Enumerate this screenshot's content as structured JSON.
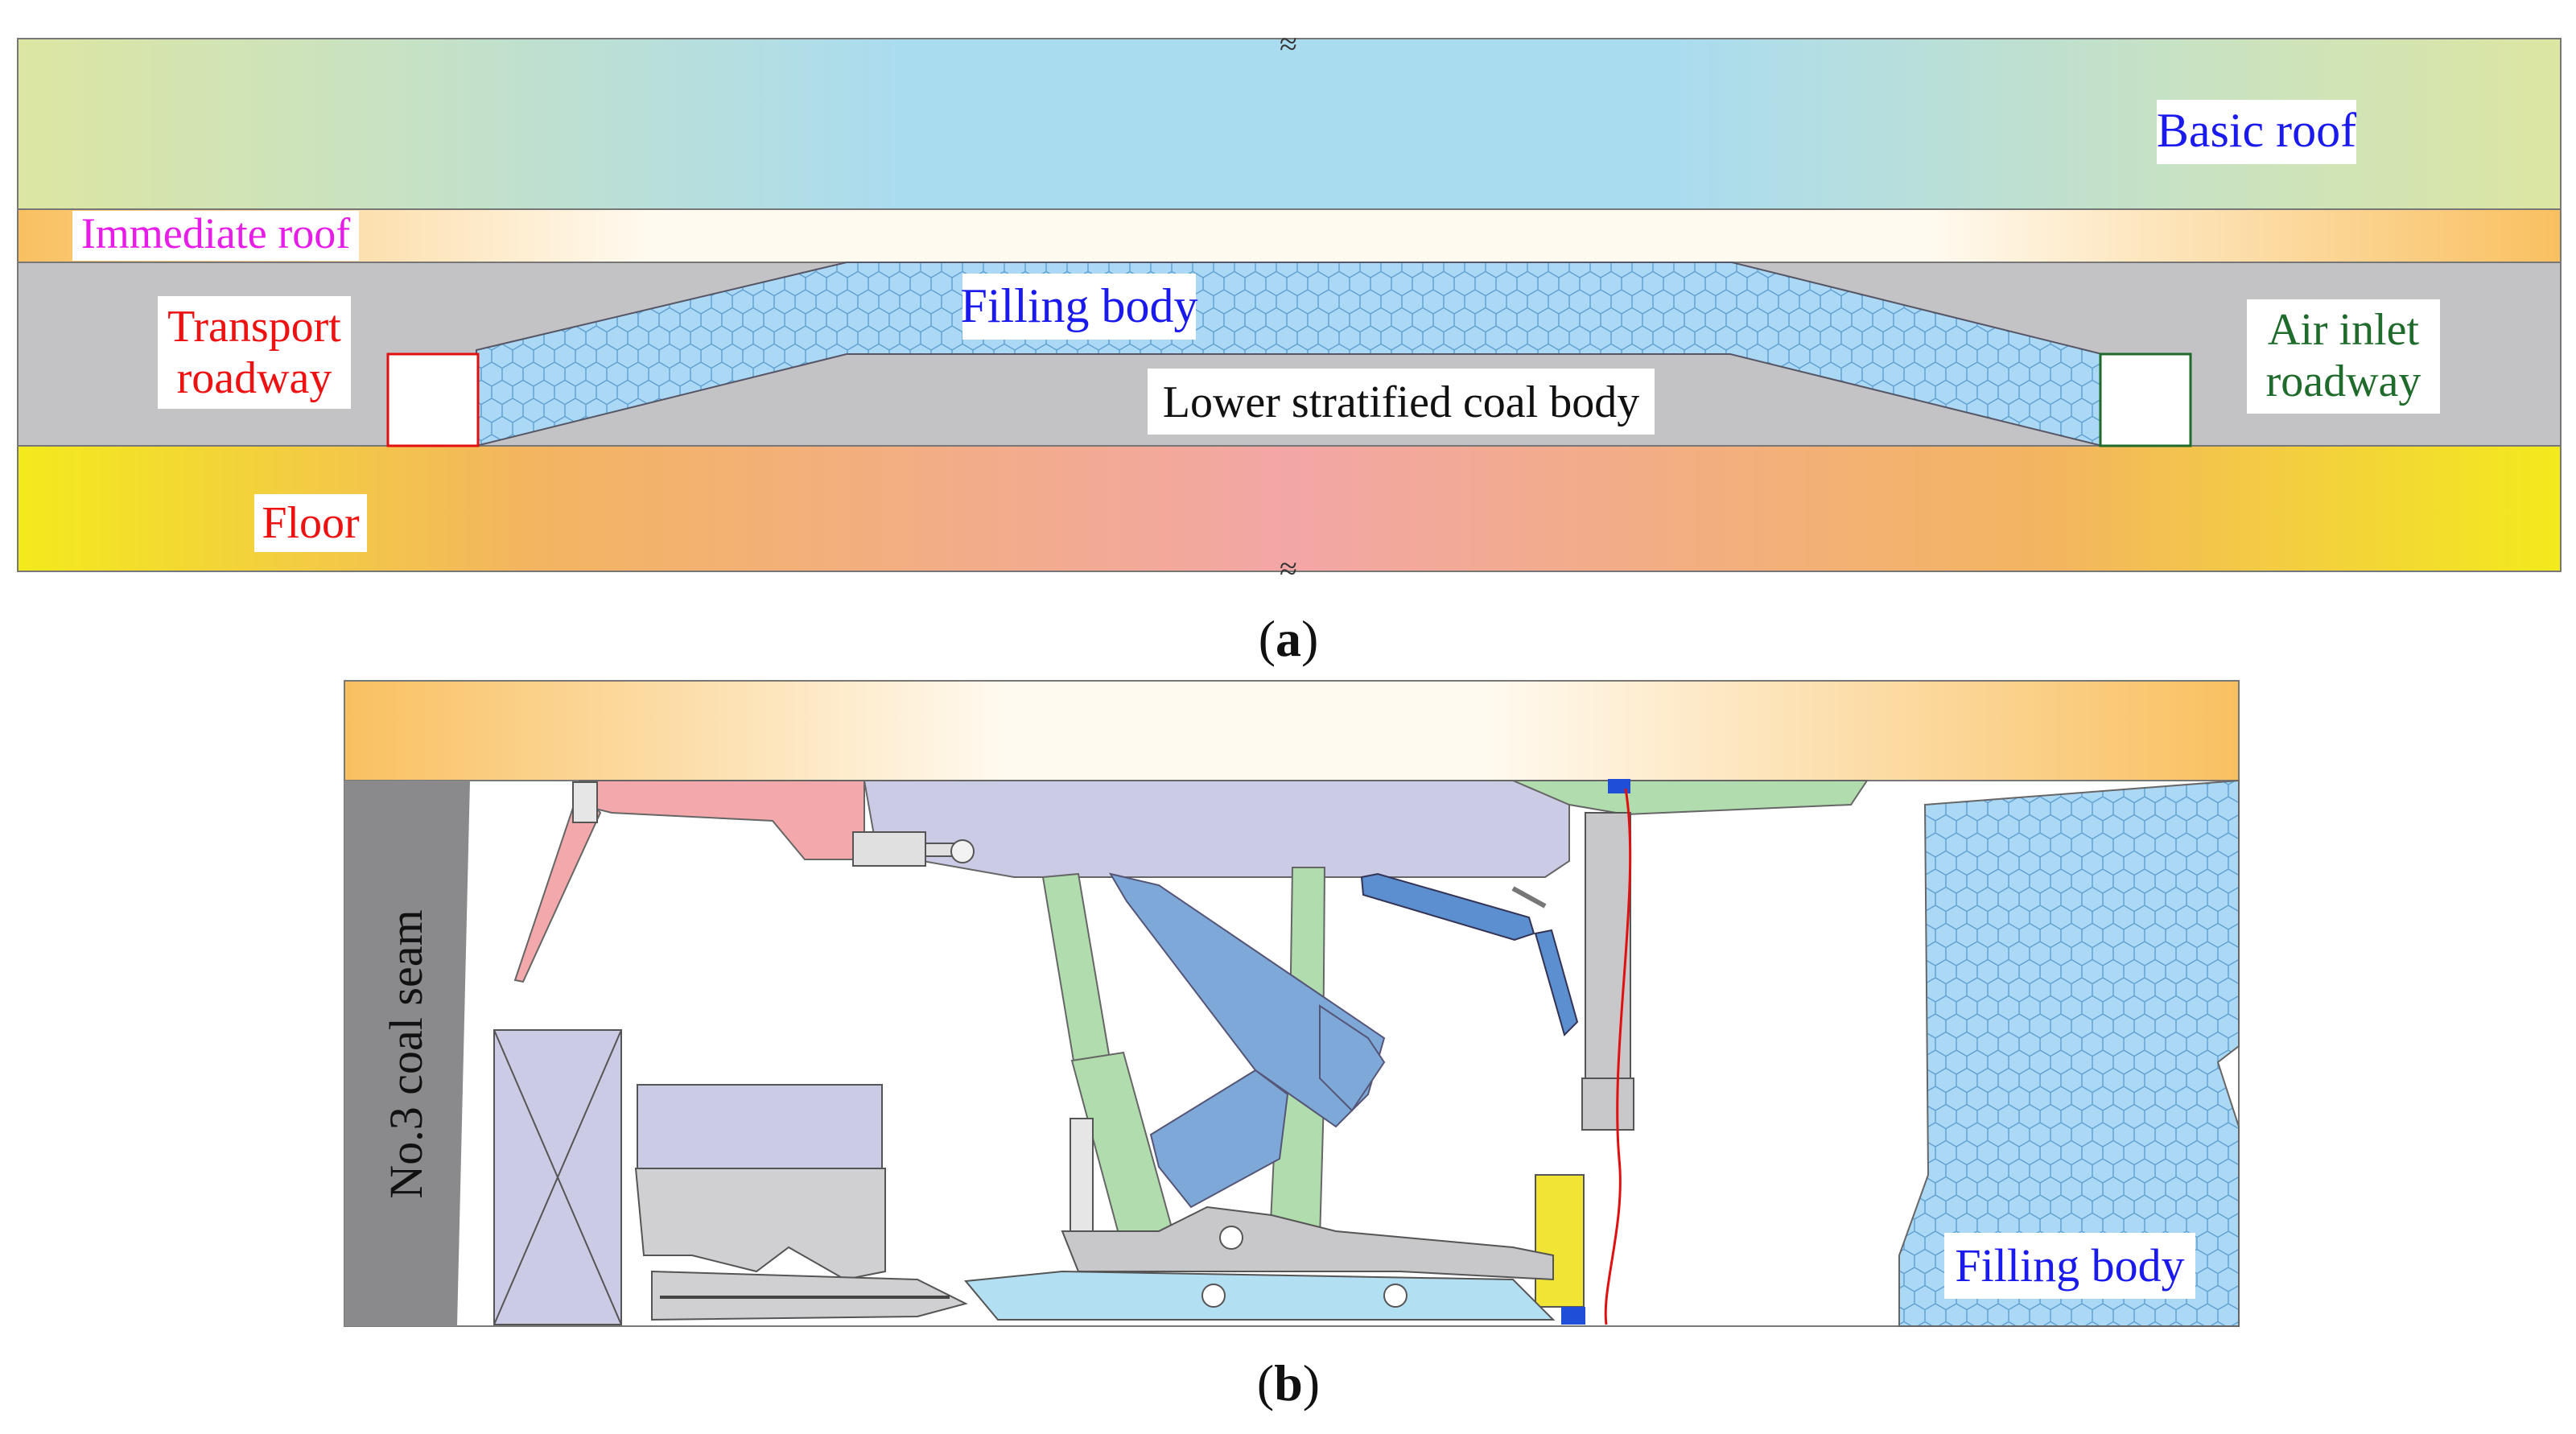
{
  "panel_a": {
    "caption_letter": "a",
    "labels": {
      "basic_roof": "Basic roof",
      "immediate_roof": "Immediate roof",
      "filling_body": "Filling body",
      "transport_roadway_line1": "Transport",
      "transport_roadway_line2": "roadway",
      "air_inlet_line1": "Air inlet",
      "air_inlet_line2": "roadway",
      "lower_coal": "Lower stratified coal body",
      "floor": "Floor"
    },
    "break_mark": "≈"
  },
  "panel_b": {
    "caption_letter": "b",
    "labels": {
      "coal_seam": "No.3 coal seam",
      "filling_body": "Filling body"
    }
  },
  "colors": {
    "basic_roof_edge": "#d8e4a0",
    "basic_roof_center": "#aadcf0",
    "immediate_roof_edge": "#f9c060",
    "immediate_roof_center": "#fffbf2",
    "coal_grey": "#c3c3c5",
    "filling_blue": "#aad8f5",
    "floor_edge": "#f3e81e",
    "floor_center": "#f3a6a6",
    "support_purple": "#cbcbe6",
    "support_green": "#b0dcae",
    "support_blue": "#7ea8d8",
    "support_pink": "#f3a9ab",
    "conveyor_blue": "#b3dff2",
    "label_red": "#ee1111",
    "label_magenta": "#e81ce8",
    "label_blue": "#1a1aee",
    "label_green": "#1f6b2b"
  }
}
